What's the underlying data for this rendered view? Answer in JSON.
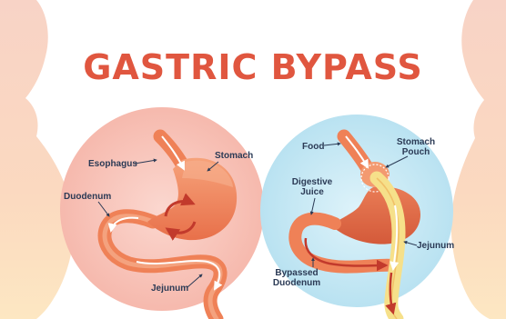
{
  "title": "GASTRIC BYPASS",
  "left_labels": {
    "esophagus": "Esophagus",
    "stomach": "Stomach",
    "duodenum": "Duodenum",
    "jejunum": "Jejunum"
  },
  "right_labels": {
    "food": "Food",
    "stomach_pouch_line1": "Stomach",
    "stomach_pouch_line2": "Pouch",
    "digestive_juice_line1": "Digestive",
    "digestive_juice_line2": "Juice",
    "jejunum": "Jejunum",
    "bypassed_duodenum_line1": "Bypassed",
    "bypassed_duodenum_line2": "Duodenum"
  },
  "colors": {
    "title": "#e0563f",
    "label": "#2b3a55",
    "organ": "#f08a5d",
    "organ_dark": "#d9623f",
    "left_circle": "#f9c9c0",
    "right_circle": "#cdeaf5",
    "food_path": "#f6e08a",
    "silhouette": "#f7c6b5",
    "arrow": "#c23a2c"
  }
}
